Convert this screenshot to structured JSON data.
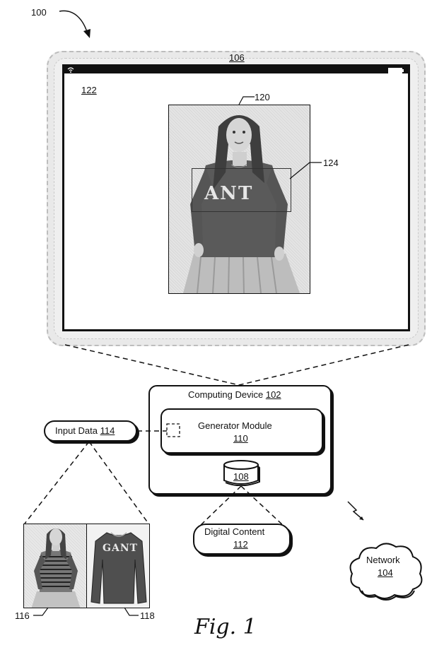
{
  "figure_ref": "100",
  "tablet": {
    "label": "106",
    "screen_label": "122",
    "image_label": "120",
    "region_label": "124",
    "image_text": "ANT"
  },
  "computing_device": {
    "title": "Computing Device",
    "ref": "102",
    "module": {
      "title": "Generator Module",
      "ref": "110"
    },
    "storage_ref": "108"
  },
  "input_data": {
    "title": "Input Data",
    "ref": "114"
  },
  "digital_content": {
    "title": "Digital Content",
    "ref": "112"
  },
  "network": {
    "title": "Network",
    "ref": "104"
  },
  "thumbnails": {
    "person_ref": "116",
    "garment_ref": "118",
    "garment_text": "GANT"
  },
  "caption": "Fig. 1"
}
